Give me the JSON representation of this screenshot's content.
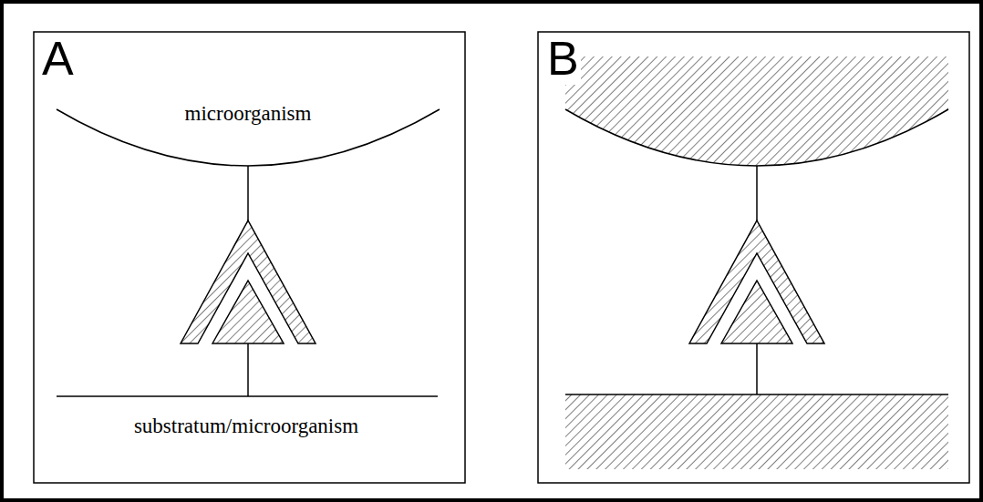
{
  "diagram": {
    "labels": [
      "A",
      "microorganism",
      "substratum/microorganism",
      "B"
    ]
  }
}
